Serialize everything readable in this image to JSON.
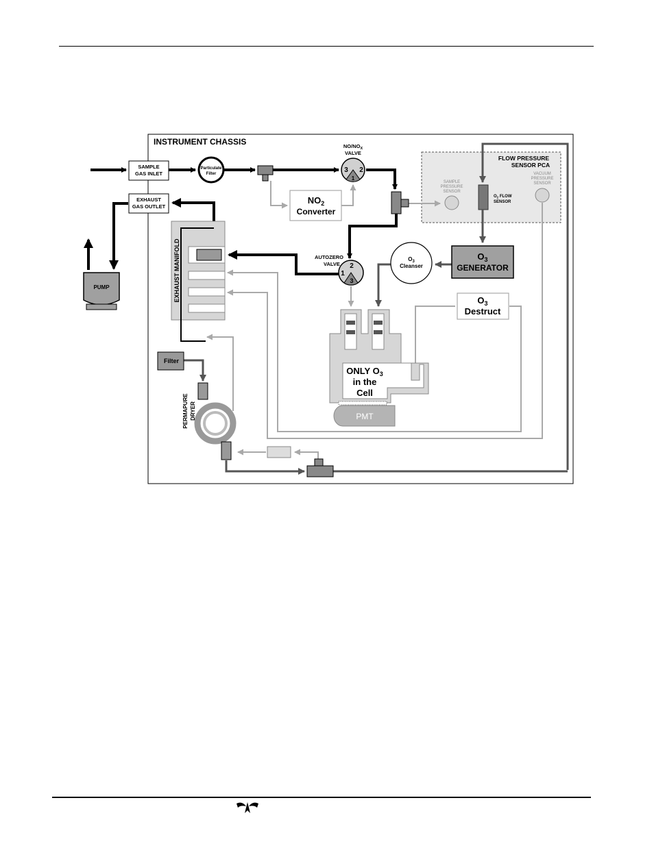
{
  "chassis": {
    "title": "INSTRUMENT CHASSIS"
  },
  "labels": {
    "sample_inlet_1": "SAMPLE",
    "sample_inlet_2": "GAS INLET",
    "exhaust_outlet_1": "EXHAUST",
    "exhaust_outlet_2": "GAS OUTLET",
    "particulate_1": "Particulate",
    "particulate_2": "Filter",
    "pump": "PUMP",
    "nonox_valve_1": "NO/NO",
    "nonox_valve_sub": "X",
    "nonox_valve_2": "VALVE",
    "nonox_port_3": "3",
    "nonox_port_2": "2",
    "nonox_port_1": "1",
    "no2_conv_1": "NO",
    "no2_conv_sub": "2",
    "no2_conv_2": "Converter",
    "flow_pcb_1": "FLOW PRESSURE",
    "flow_pcb_2": "SENSOR PCA",
    "sample_press_1": "SAMPLE",
    "sample_press_2": "PRESSURE",
    "sample_press_3": "SENSOR",
    "vacuum_press_1": "VACUUM",
    "vacuum_press_2": "PRESSURE",
    "vacuum_press_3": "SENSOR",
    "o2_flow_1": "O",
    "o2_flow_sub": "2",
    "o2_flow_rest": " FLOW",
    "o2_flow_2": "SENSOR",
    "autozero_1": "AUTOZERO",
    "autozero_2": "VALVE",
    "az_port_1": "1",
    "az_port_2": "2",
    "az_port_3": "3",
    "o3_cleanser_o": "O",
    "o3_cleanser_sub": "3",
    "o3_cleanser_2": "Cleanser",
    "o3_gen_o": "O",
    "o3_gen_sub": "3",
    "o3_gen_2": "GENERATOR",
    "o3_destruct_o": "O",
    "o3_destruct_sub": "3",
    "o3_destruct_2": "Destruct",
    "exhaust_manifold": "EXHAUST MANIFOLD",
    "filter": "Filter",
    "permapure_1": "PERMAPURE",
    "permapure_2": "DRYER",
    "cell_1": "ONLY O",
    "cell_sub": "3",
    "cell_2": "in the",
    "cell_3": "Cell",
    "pmt": "PMT"
  },
  "colors": {
    "black_line": "#000000",
    "dark_gray_line": "#555555",
    "light_gray_line": "#a9a9a9",
    "panel_fill": "#e8e8e8",
    "generator_fill": "#a0a0a0",
    "pmt_fill": "#b4b4b4"
  }
}
